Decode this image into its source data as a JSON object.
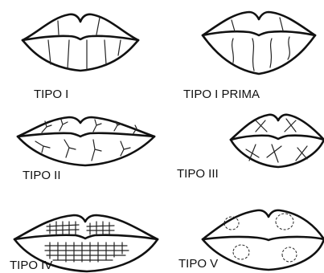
{
  "panels": [
    {
      "label": "TIPO I"
    },
    {
      "label": "TIPO I PRIMA"
    },
    {
      "label": "TIPO II"
    },
    {
      "label": "TIPO III"
    },
    {
      "label": "TIPO IV"
    },
    {
      "label": "TIPO V"
    }
  ]
}
